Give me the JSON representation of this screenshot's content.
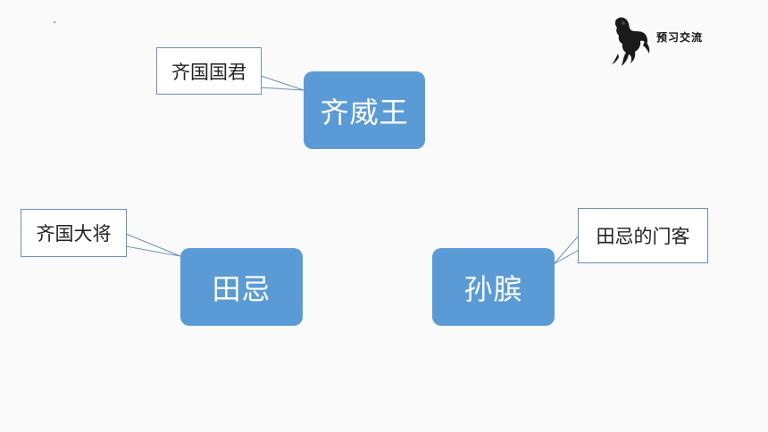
{
  "header": {
    "section_label": "预习交流",
    "logo_icon": "galloping-horse-ink-icon"
  },
  "nodes": {
    "qi_wei_wang": {
      "label": "齐威王",
      "note": "齐国国君"
    },
    "tian_ji": {
      "label": "田忌",
      "note": "齐国大将"
    },
    "sun_bin": {
      "label": "孙膑",
      "note": "田忌的门客"
    }
  },
  "colors": {
    "node_fill": "#5b9bd5",
    "callout_border": "#6d8fb3",
    "background": "#fafafa"
  }
}
